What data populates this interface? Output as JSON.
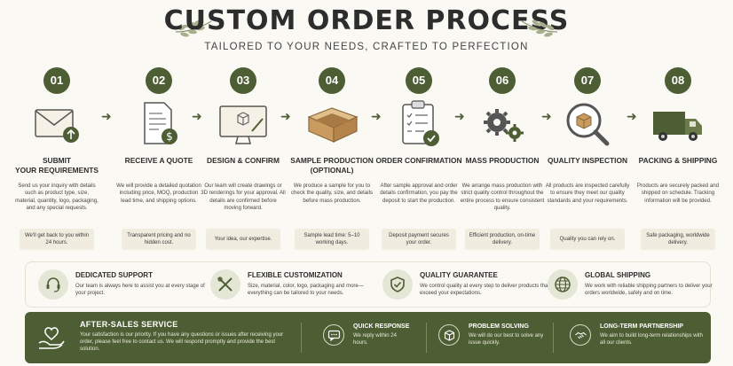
{
  "header": {
    "title": "CUSTOM ORDER PROCESS",
    "subtitle": "TAILORED TO YOUR NEEDS, CRAFTED TO PERFECTION"
  },
  "colors": {
    "accent": "#4e5e34",
    "background": "#fbf9f3",
    "note_bg": "#f1ece0",
    "text": "#2d2d2d"
  },
  "steps": [
    {
      "number": "01",
      "icon": "envelope-upload-icon",
      "title": "SUBMIT\nYOUR REQUIREMENTS",
      "description": "Send us your inquiry with details such as product type, size, material, quantity, logo, packaging, and any special requests.",
      "note": "We'll get back to you within 24 hours."
    },
    {
      "number": "02",
      "icon": "quote-document-icon",
      "title": "RECEIVE A QUOTE",
      "description": "We will provide a detailed quotation including price, MOQ, production lead time, and shipping options.",
      "note": "Transparent pricing and no hidden cost."
    },
    {
      "number": "03",
      "icon": "design-monitor-icon",
      "title": "DESIGN & CONFIRM",
      "description": "Our team will create drawings or 3D renderings for your approval. All details are confirmed before moving forward.",
      "note": "Your idea, our expertise."
    },
    {
      "number": "04",
      "icon": "sample-box-icon",
      "title": "SAMPLE PRODUCTION\n(OPTIONAL)",
      "description": "We produce a sample for you to check the quality, size, and details before mass production.",
      "note": "Sample lead time: 5–10 working days."
    },
    {
      "number": "05",
      "icon": "clipboard-check-icon",
      "title": "ORDER CONFIRMATION",
      "description": "After sample approval and order details confirmation, you pay the deposit to start the production.",
      "note": "Deposit payment secures your order."
    },
    {
      "number": "06",
      "icon": "gears-icon",
      "title": "MASS PRODUCTION",
      "description": "We arrange mass production with strict quality control throughout the entire process to ensure consistent quality.",
      "note": "Efficient production, on-time delivery."
    },
    {
      "number": "07",
      "icon": "magnifier-box-icon",
      "title": "QUALITY INSPECTION",
      "description": "All products are inspected carefully to ensure they meet our quality standards and your requirements.",
      "note": "Quality you can rely on."
    },
    {
      "number": "08",
      "icon": "delivery-truck-icon",
      "title": "PACKING & SHIPPING",
      "description": "Products are securely packed and shipped on schedule. Tracking information will be provided.",
      "note": "Safe packaging, worldwide delivery."
    }
  ],
  "features": [
    {
      "icon": "headset-icon",
      "title": "DEDICATED SUPPORT",
      "description": "Our team is always here to assist you at every stage of your project."
    },
    {
      "icon": "tools-icon",
      "title": "FLEXIBLE CUSTOMIZATION",
      "description": "Size, material, color, logo, packaging and more—everything can be tailored to your needs."
    },
    {
      "icon": "shield-check-icon",
      "title": "QUALITY GUARANTEE",
      "description": "We control quality at every step to deliver products that exceed your expectations."
    },
    {
      "icon": "globe-icon",
      "title": "GLOBAL SHIPPING",
      "description": "We work with reliable shipping partners to deliver your orders worldwide, safely and on time."
    }
  ],
  "after_sales": {
    "icon": "heart-hands-icon",
    "title": "AFTER-SALES SERVICE",
    "description": "Your satisfaction is our priority. If you have any questions or issues after receiving your order, please feel free to contact us. We will respond promptly and provide the best solution.",
    "items": [
      {
        "icon": "chat-bubble-icon",
        "title": "QUICK RESPONSE",
        "description": "We reply within 24 hours."
      },
      {
        "icon": "cube-icon",
        "title": "PROBLEM SOLVING",
        "description": "We will do our best to solve any issue quickly."
      },
      {
        "icon": "handshake-icon",
        "title": "LONG-TERM PARTNERSHIP",
        "description": "We aim to build long-term relationships with all our clients."
      }
    ]
  }
}
